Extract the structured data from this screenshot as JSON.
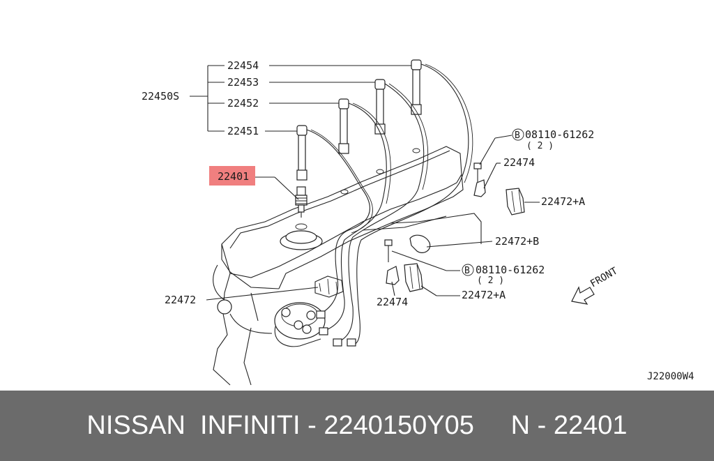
{
  "diagram": {
    "labels": {
      "p22450s": "22450S",
      "p22454": "22454",
      "p22453": "22453",
      "p22452": "22452",
      "p22451": "22451",
      "p22401": "22401",
      "bolt1_part": "08110-61262",
      "bolt1_qty": "( 2 )",
      "bolt1_mark": "B",
      "p22474_top": "22474",
      "p22472a_top": "22472+A",
      "p22472b": "22472+B",
      "bolt2_part": "08110-61262",
      "bolt2_qty": "( 2 )",
      "bolt2_mark": "B",
      "p22472": "22472",
      "p22474_bottom": "22474",
      "p22472a_bottom": "22472+A",
      "front": "FRONT",
      "code": "J22000W4"
    },
    "highlight_color": "#f07f7f"
  },
  "footer": {
    "brand": "NISSAN  INFINITI - 2240150Y05",
    "ref": "N - 22401",
    "bg_color": "#6b6b6b"
  }
}
